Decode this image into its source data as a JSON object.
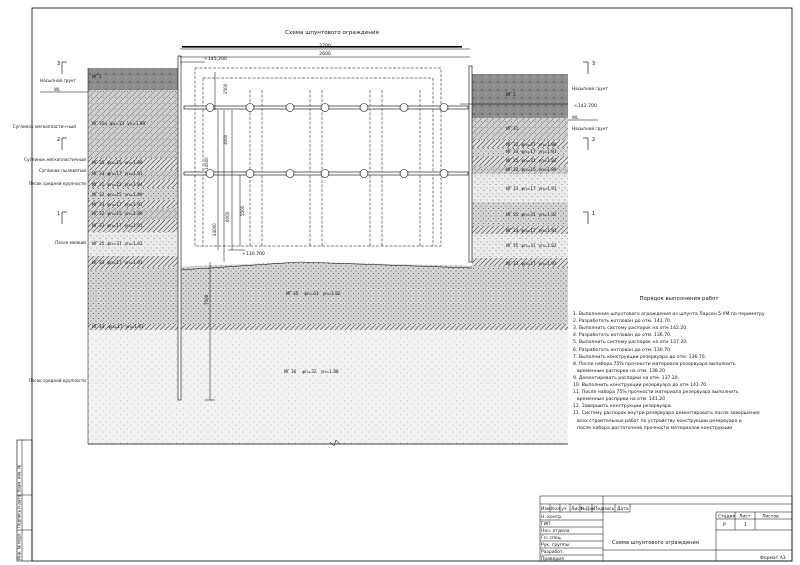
{
  "title": "Схема шпунтового ограждения",
  "dims": {
    "top1": "2700",
    "top2": "2600",
    "elev_top": "+145.200",
    "elev_right": "+142.700",
    "elev_bottom": "+130.700",
    "v_2500": "2500",
    "v_3000": "3000",
    "v_14500": "14500",
    "v_5500": "5500",
    "v_6000": "6000",
    "v_24000": "24000",
    "v_7500": "7500"
  },
  "left_labels": {
    "mark3": "3",
    "mark2": "2",
    "mark1": "1",
    "fill": "Насыпной грунт",
    "wl": "WL",
    "loam": "Суглинок мягкопластич-ный",
    "loam2": "Суглинок мягкопластичный",
    "loam3": "Суглинок пылеватый",
    "sand_med": "Песок средней крупности",
    "sand_fine": "Песок мелкий",
    "sand_med2": "Песок средней крупности"
  },
  "right_labels": {
    "mark3": "3",
    "mark2": "2",
    "mark1": "1",
    "fill": "Насыпной грунт",
    "wl": "WL",
    "fill2": "Насыпной грунт"
  },
  "layers_left": [
    {
      "ig": "ИГ 1",
      "phi": "",
      "gamma": ""
    },
    {
      "ig": "ИГ 31а",
      "phi": "φn=13",
      "gamma": "γn=1.89"
    },
    {
      "ig": "ИГ 35",
      "phi": "φn=15",
      "gamma": "γn=1.88"
    },
    {
      "ig": "ИГ 33",
      "phi": "φn=17",
      "gamma": "γn=1.91"
    },
    {
      "ig": "ИГ 31",
      "phi": "φn=23",
      "gamma": "γn=1.84"
    },
    {
      "ig": "ИГ 32",
      "phi": "φn=15",
      "gamma": "γn=1.89"
    },
    {
      "ig": "ИГ 33",
      "phi": "φn=17",
      "gamma": "γn=1.91"
    },
    {
      "ig": "ИГ 32",
      "phi": "φn=15",
      "gamma": "γn=1.89"
    },
    {
      "ig": "ИГ 33",
      "phi": "φn=17",
      "gamma": "γn=1.91"
    },
    {
      "ig": "ИГ 35",
      "phi": "φn=31",
      "gamma": "γn=1.82"
    },
    {
      "ig": "ИГ 33",
      "phi": "φn=17",
      "gamma": "γn=1.91"
    }
  ],
  "layers_right": [
    {
      "ig": "ИГ 1",
      "phi": "",
      "gamma": ""
    },
    {
      "ig": "ИГ 31",
      "phi": "",
      "gamma": ""
    },
    {
      "ig": "ИГ 32",
      "phi": "φn=27",
      "gamma": "γn=1.88"
    },
    {
      "ig": "ИГ 33",
      "phi": "φn=17",
      "gamma": "γn=1.91"
    },
    {
      "ig": "ИГ 35",
      "phi": "φn=31",
      "gamma": "γn=1.82"
    },
    {
      "ig": "ИГ 32",
      "phi": "φn=15",
      "gamma": "γn=1.89"
    },
    {
      "ig": "ИГ 33",
      "phi": "φn=17",
      "gamma": "γn=1.91"
    },
    {
      "ig": "ИГ 35",
      "phi": "φn=31",
      "gamma": "γn=1.82"
    },
    {
      "ig": "ИГ 33",
      "phi": "φn=17",
      "gamma": "γn=1.91"
    },
    {
      "ig": "ИГ 35",
      "phi": "φn=31",
      "gamma": "γn=1.82"
    },
    {
      "ig": "ИГ 33",
      "phi": "φn=17",
      "gamma": "γn=1.91"
    }
  ],
  "bottom_layers": {
    "mid": {
      "ig": "ИГ 35",
      "phi": "φn=31",
      "gamma": "γn=1.82"
    },
    "thin": {
      "ig": "ИГ 33",
      "phi": "φn=17",
      "gamma": "γn=1.91"
    },
    "deep": {
      "ig": "ИГ 36",
      "phi": "φn=32",
      "gamma": "γn=1.88"
    }
  },
  "notes": {
    "title": "Порядок выполнения работ",
    "items": [
      "1. Выполнение шпунтового ограждения из шпунта Ларсен 5-УМ по периметру",
      "2. Разработать котлован до отм. 141.70.",
      "3. Выполнить систему распорок на отм 142.20.",
      "4. Разработать котлован до отм. 136.70.",
      "5. Выполнить систему распорок на отм 137.20.",
      "6. Разработать котлован до отм. 130.70.",
      "7. Выполнить конструкции резервуара до отм. 136.70.",
      "8. После набора 75% прочности материала резервуара выполнить",
      "временные распорки на отм. 138.20",
      "9. Демонтировать распорки на отм. 137.20.",
      "10. Выполнить конструкции резервуара до отм 141.70.",
      "11. После набора 75% прочности материала резервуара выполнить",
      "временные распорки на отм. 141.20",
      "12. Завершить конструкции резервуара.",
      "11. Систему распорок внутри резервуара демонтировать после завершения",
      "всех строительных работ по устройству конструкции резервуара и",
      "после набора достаточной прочности материалов конструкции"
    ]
  },
  "stamp": {
    "head": [
      "Изм.",
      "Кол.уч",
      "Лист",
      "№Док",
      "Подпись",
      "Дата"
    ],
    "roles": [
      "Н. контр.",
      "ГИП",
      "Нач. отдела",
      "Гл. спец.",
      "Рук. группы",
      "Разработ.",
      "Проверил"
    ],
    "stage_h": "Стадия",
    "sheet_h": "Лист",
    "sheets_h": "Листов",
    "stage": "Р",
    "sheet": "1",
    "sheets": "",
    "name": "Схема шпунтового ограждения",
    "format": "Формат А3"
  },
  "side_strip": [
    "Инв. № подл.",
    "Подпись и дата",
    "Взам. инв. №"
  ]
}
